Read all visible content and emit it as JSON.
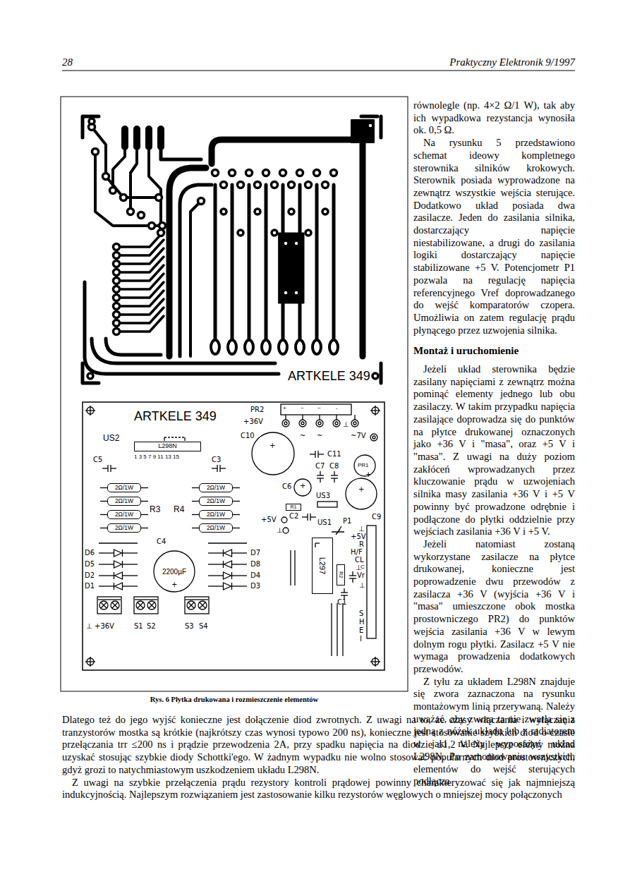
{
  "diagram": {
    "caption": "Rys. 6 Płytka drukowana i rozmieszczenie elementów",
    "nodes": [
      {
        "text": [
          "L298N"
        ]
      },
      {
        "text": [
          "2Ω/1W"
        ]
      },
      {
        "text": [
          "2Ω/1W"
        ]
      },
      {
        "text": [
          "2Ω/1W"
        ]
      },
      {
        "text": [
          "2Ω/1W"
        ]
      },
      {
        "text": [
          "2Ω/1W"
        ]
      },
      {
        "text": [
          "2Ω/1W"
        ]
      },
      {
        "text": [
          "2Ω/1W"
        ]
      },
      {
        "text": [
          "2Ω/1W"
        ]
      },
      {
        "text": [
          "R1"
        ]
      },
      {
        "text": [
          "L297"
        ]
      },
      {
        "text": [
          "2200µF"
        ]
      },
      {
        "text": [
          "R2"
        ]
      }
    ],
    "labels": [
      "28",
      "Praktyczny Elektronik 9/1997",
      "ARTKELE 349",
      "ARTKELE 349",
      "PR2",
      "+36V",
      "⊥",
      "~",
      "~",
      "~7V",
      "C10",
      "+",
      "US2",
      "1 3 5 7 9 11 13 15",
      "C5",
      "C3",
      "C11",
      "C7",
      "C8",
      "PR1",
      "+",
      "C6",
      "+",
      "US3",
      "+",
      "C9",
      "C2",
      "+5V",
      "US1",
      "P1",
      "⊥",
      "⊥",
      "+5V",
      "R",
      "H/F",
      "CL",
      "⊥",
      "C",
      "Vr",
      "⊥",
      "C1",
      "S",
      "H",
      "E",
      "I",
      "D6",
      "D5",
      "D2",
      "D1",
      "C4",
      "+",
      "D7",
      "D8",
      "D4",
      "D3",
      "⊥",
      "+36V",
      "S1",
      "S2",
      "S3",
      "S4",
      "R3",
      "R4",
      "równolegle (np. 4×2 Ω/1 W), tak aby ich wypadkowa rezystancja wynosiła ok. 0,5 Ω.",
      "Na rysunku 5 przedstawiono schemat ideowy kompletnego sterownika silników krokowych. Sterownik posiada wyprowadzone na zewnątrz wszystkie wejścia sterujące. Dodatkowo układ posiada dwa zasilacze. Jeden do zasilania silnika, dostarczający napięcie niestabilizowane, a drugi do zasilania logiki dostarczający napięcie stabilizowane +5 V. Potencjometr P1 pozwala na regulację napięcia referencyjnego Vref doprowadzanego do wejść komparatorów czopera. Umożliwia on zatem regulację prądu płynącego przez uzwojenia silnika.",
      "Montaż i uruchomienie",
      "Jeżeli układ sterownika będzie zasilany napięciami z zewnątrz można pominąć elementy jednego lub obu zasilaczy. W takim przypadku napięcia zasilające doprowadza się do punktów na płytce drukowanej oznaczonych jako +36 V i \"masa\", oraz +5 V i \"masa\". Z uwagi na duży poziom zakłóceń wprowadzanych przez kluczowanie prądu w uzwojeniach silnika masy zasilania +36 V i +5 V powinny być prowadzone odrębnie i podłączone do płytki oddzielnie przy wejściach zasilania +36 V i +5 V.",
      "Jeżeli natomiast zostaną wykorzystane zasilacze na płytce drukowanej, konieczne jest poprowadzenie dwu przewodów z zasilacza +36 V (wyjścia +36 V i \"masa\" umieszczone obok mostka prostowniczego PR2) do punktów wejścia zasilania +36 V w lewym dolnym rogu płytki. Zasilacz +5 V nie wymaga prowadzenia dodatkowych przewodów.",
      "Z tyłu za układem L298N znajduje się zwora zaznaczona na rysunku montażowym linią przerywaną. Należy uważać, aby zwora ta nie zwarła się z jedną z nóżek układu lub z radiatorem w jaki należy wyposażyć układ L298N. Po zamontowaniu wszystkich elementów do wejść sterujących podłącza",
      "Dlatego też do jego wyjść konieczne jest dołączenie diod zwrotnych. Z uwagi na to, że czasy włączania i wyłączania tranzystorów mostka są krótkie (najkrótszy czas wynosi typowo 200 ns), konieczne jest stosowanie szybkich diod o czasie przełączania trr ≤200 ns i prądzie przewodzenia 2A, przy spadku napięcia na diodzie ≤1,2 V. Najlepsze efekty można uzyskać stosując szybkie diody Schottki'ego. W żadnym wypadku nie wolno stosować popularnych diod prostowniczych, gdyż grozi to natychmiastowym uszkodzeniem układu L298N.",
      "Z uwagi na szybkie przełączenia prądu rezystory kontroli prądowej powinny charakteryzować się jak najmniejszą indukcyjnością. Najlepszym rozwiązaniem jest zastosowanie kilku rezystorów węglowych o mniejszej mocy połączonych",
      "+",
      "~",
      "~",
      "-"
    ]
  }
}
